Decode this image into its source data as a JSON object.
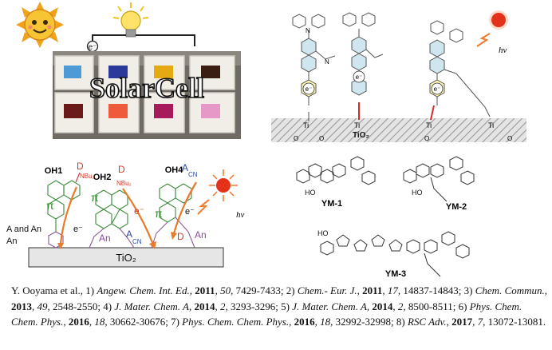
{
  "photo": {
    "electron": "e⁻",
    "banner": "SolarCell"
  },
  "dye_panel_left": {
    "dyes": [
      "OH1",
      "OH2",
      "OH4"
    ],
    "donor_label": "D",
    "donor_group": "NBu₂",
    "acceptor_label": "A",
    "acceptor_group": "CN",
    "pi_label": "π",
    "anchor_label": "An",
    "electron": "e⁻",
    "hv": "hv",
    "anchor_legend": "A and An",
    "substrate": "TiO₂"
  },
  "dye_panel_right": {
    "substrate": "TiO₂",
    "electron": "e⁻",
    "hv": "hv",
    "ti_label": "Ti",
    "o_label": "O"
  },
  "structures": [
    "YM-1",
    "YM-2",
    "YM-3"
  ],
  "references": {
    "authors": "Y. Ooyama et al.,",
    "items": [
      {
        "num": "1)",
        "journal": "Angew. Chem. Int. Ed.",
        "year": "2011",
        "vol": "50",
        "pages": "7429-7433"
      },
      {
        "num": "2)",
        "journal": "Chem.- Eur. J.",
        "year": "2011",
        "vol": "17",
        "pages": "14837-14843"
      },
      {
        "num": "3)",
        "journal": "Chem. Commun.",
        "year": "2013",
        "vol": "49",
        "pages": "2548-2550"
      },
      {
        "num": "4)",
        "journal": "J. Mater. Chem. A",
        "year": "2014",
        "vol": "2",
        "pages": "3293-3296"
      },
      {
        "num": "5)",
        "journal": "J. Mater. Chem. A",
        "year": "2014",
        "vol": "2",
        "pages": "8500-8511"
      },
      {
        "num": "6)",
        "journal": "Phys. Chem. Chem. Phys.",
        "year": "2016",
        "vol": "18",
        "pages": "30662-30676"
      },
      {
        "num": "7)",
        "journal": "Phys. Chem. Chem. Phys.",
        "year": "2016",
        "vol": "18",
        "pages": "32992-32998"
      },
      {
        "num": "8)",
        "journal": "RSC Adv.",
        "year": "2017",
        "vol": "7",
        "pages": "13072-13081"
      }
    ]
  }
}
